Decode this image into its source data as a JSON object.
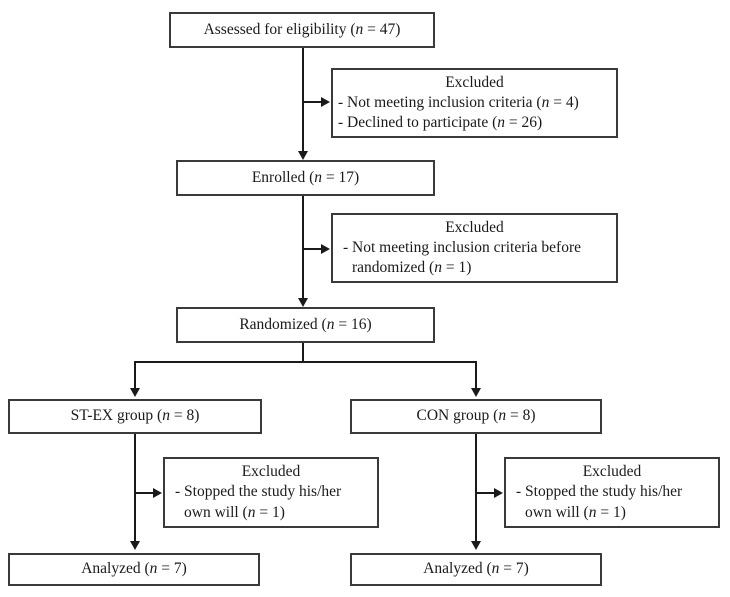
{
  "diagram": {
    "type": "consort-flow-diagram",
    "nodes": {
      "assessed": {
        "label_prefix": "Assessed for eligibility (",
        "n_symbol": "n",
        "label_suffix": " = 47)"
      },
      "excluded_1": {
        "title": "Excluded",
        "item_1_prefix": "- Not meeting inclusion criteria (",
        "item_1_n": "n",
        "item_1_suffix": " = 4)",
        "item_2_prefix": "- Declined to participate (",
        "item_2_n": "n",
        "item_2_suffix": " = 26)"
      },
      "enrolled": {
        "label_prefix": "Enrolled (",
        "n_symbol": "n",
        "label_suffix": " = 17)"
      },
      "excluded_2": {
        "title": "Excluded",
        "item_1_line_a": "- Not meeting inclusion criteria before",
        "item_1_line_b_prefix": "randomized (",
        "item_1_n": "n",
        "item_1_line_b_suffix": " = 1)"
      },
      "randomized": {
        "label_prefix": "Randomized (",
        "n_symbol": "n",
        "label_suffix": " = 16)"
      },
      "group_left": {
        "label_prefix": "ST-EX group (",
        "n_symbol": "n",
        "label_suffix": " = 8)"
      },
      "group_right": {
        "label_prefix": "CON group (",
        "n_symbol": "n",
        "label_suffix": " = 8)"
      },
      "excluded_left": {
        "title": "Excluded",
        "item_1_line_a": "- Stopped the study his/her",
        "item_1_line_b_prefix": "own will (",
        "item_1_n": "n",
        "item_1_line_b_suffix": " = 1)"
      },
      "excluded_right": {
        "title": "Excluded",
        "item_1_line_a": "- Stopped the study his/her",
        "item_1_line_b_prefix": "own will (",
        "item_1_n": "n",
        "item_1_line_b_suffix": " = 1)"
      },
      "analyzed_left": {
        "label_prefix": "Analyzed (",
        "n_symbol": "n",
        "label_suffix": " = 7)"
      },
      "analyzed_right": {
        "label_prefix": "Analyzed (",
        "n_symbol": "n",
        "label_suffix": " = 7)"
      }
    },
    "colors": {
      "box_border": "#3a3a3a",
      "connector": "#1a1a1a",
      "background": "#ffffff",
      "text": "#1a1a1a"
    }
  }
}
